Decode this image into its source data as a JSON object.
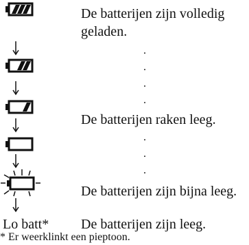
{
  "states": [
    {
      "icon": "battery-full-icon",
      "description": "De batterijen zijn volledig geladen."
    },
    {
      "icon": "battery-two-thirds-icon",
      "description": ""
    },
    {
      "icon": "battery-one-third-icon",
      "description": "De batterijen raken leeg."
    },
    {
      "icon": "battery-empty-icon",
      "description": ""
    },
    {
      "icon": "battery-empty-blinking-icon",
      "description": "De batterijen zijn bijna leeg."
    }
  ],
  "final_state": {
    "indicator_text": "Lo batt*",
    "description": "De batterijen zijn leeg."
  },
  "lines": {
    "full_line1": "De batterijen zijn volledig",
    "full_line2": "geladen.",
    "dots": "."
  },
  "footnote": "* Er weerklinkt een pieptoon."
}
